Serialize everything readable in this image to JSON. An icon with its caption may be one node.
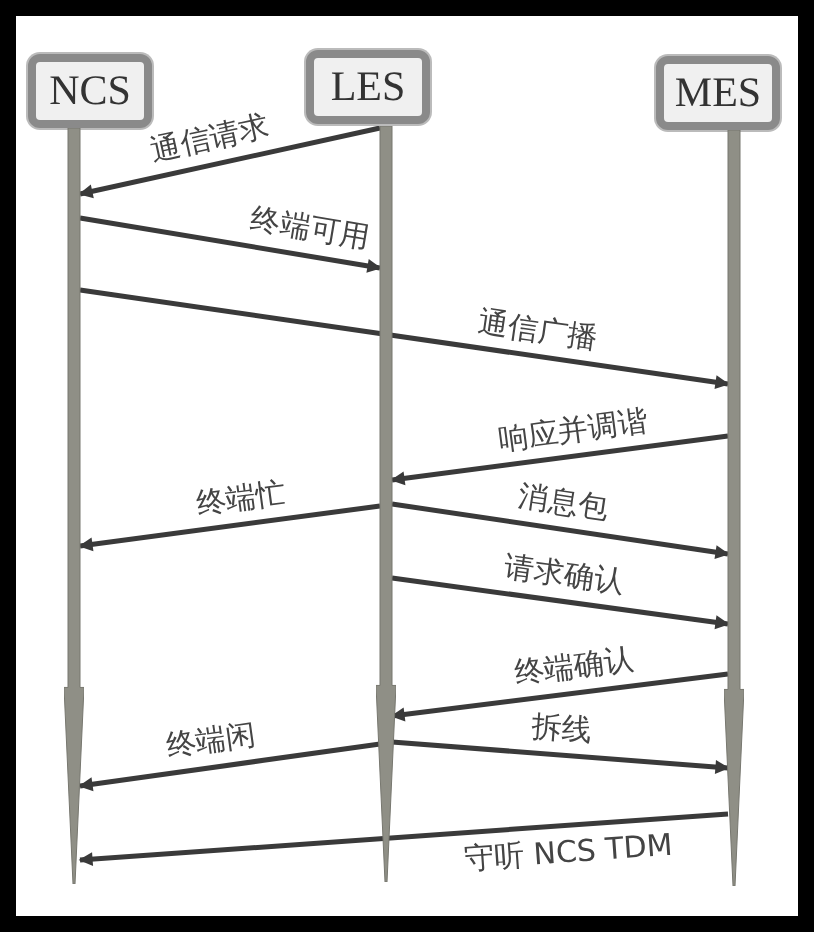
{
  "diagram": {
    "nodes": [
      {
        "text": [
          "NCS"
        ]
      },
      {
        "text": [
          "LES"
        ]
      },
      {
        "text": [
          "MES"
        ]
      },
      {
        "text": [],
        "shape": "bar"
      },
      {
        "text": [],
        "shape": "bar"
      },
      {
        "text": [],
        "shape": "bar"
      }
    ],
    "edges": [
      {
        "from": 4,
        "to": 3,
        "arrow": "to",
        "label": "通信请求"
      },
      {
        "from": 3,
        "to": 4,
        "arrow": "to",
        "label": "终端可用"
      },
      {
        "from": 3,
        "to": 5,
        "arrow": "to",
        "label": "通信广播"
      },
      {
        "from": 5,
        "to": 4,
        "arrow": "to",
        "label": "响应并调谐"
      },
      {
        "from": 4,
        "to": 3,
        "arrow": "to",
        "label": "终端忙"
      },
      {
        "from": 4,
        "to": 5,
        "arrow": "to",
        "label": "消息包"
      },
      {
        "from": 4,
        "to": 5,
        "arrow": "to",
        "label": "请求确认"
      },
      {
        "from": 5,
        "to": 4,
        "arrow": "to",
        "label": "终端确认"
      },
      {
        "from": 4,
        "to": 3,
        "arrow": "to",
        "label": "终端闲"
      },
      {
        "from": 4,
        "to": 5,
        "arrow": "to",
        "label": "拆线"
      },
      {
        "from": 5,
        "to": 3,
        "arrow": "to",
        "label": "守听 NCS TDM"
      }
    ]
  }
}
